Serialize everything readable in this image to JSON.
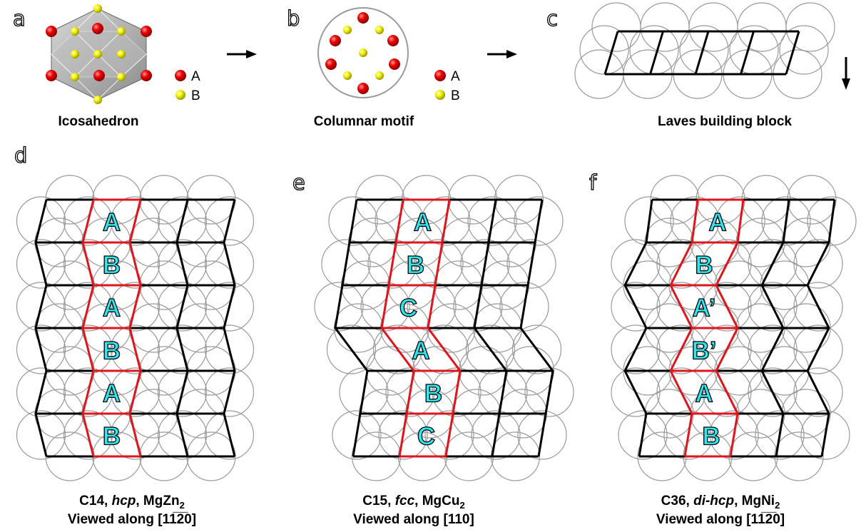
{
  "panel_labels": {
    "a": "a",
    "b": "b",
    "c": "c",
    "d": "d",
    "e": "e",
    "f": "f"
  },
  "panel_a": {
    "caption": "Icosahedron",
    "legend": [
      {
        "label": "A",
        "color": "#e30000"
      },
      {
        "label": "B",
        "color": "#f2f200"
      }
    ]
  },
  "panel_b": {
    "caption": "Columnar motif",
    "legend": [
      {
        "label": "A",
        "color": "#e30000"
      },
      {
        "label": "B",
        "color": "#f2f200"
      }
    ]
  },
  "panel_c": {
    "caption": "Laves building block"
  },
  "panel_d": {
    "caption_line1": {
      "pre": "C14, ",
      "italic": "hcp",
      "mid": ", MgZn",
      "sub": "2"
    },
    "caption_line2": "Viewed along [11̅2̅0]",
    "layers": [
      "A",
      "B",
      "A",
      "B",
      "A",
      "B"
    ]
  },
  "panel_e": {
    "caption_line1": {
      "pre": "C15, ",
      "italic": "fcc",
      "mid": ", MgCu",
      "sub": "2"
    },
    "caption_line2": "Viewed along [110]",
    "layers": [
      "A",
      "B",
      "C",
      "A",
      "B",
      "C"
    ]
  },
  "panel_f": {
    "caption_line1": {
      "pre": "C36, ",
      "italic": "di-hcp",
      "mid": ", MgNi",
      "sub": "2"
    },
    "caption_line2": "Viewed along [11̅2̅0]",
    "layers": [
      "A",
      "B",
      "A’",
      "B’",
      "A",
      "B"
    ]
  },
  "colors": {
    "atom_A": "#e30000",
    "atom_B": "#f2f200",
    "highlight": "#e0141a",
    "layer_label": "#2ee8f2"
  }
}
